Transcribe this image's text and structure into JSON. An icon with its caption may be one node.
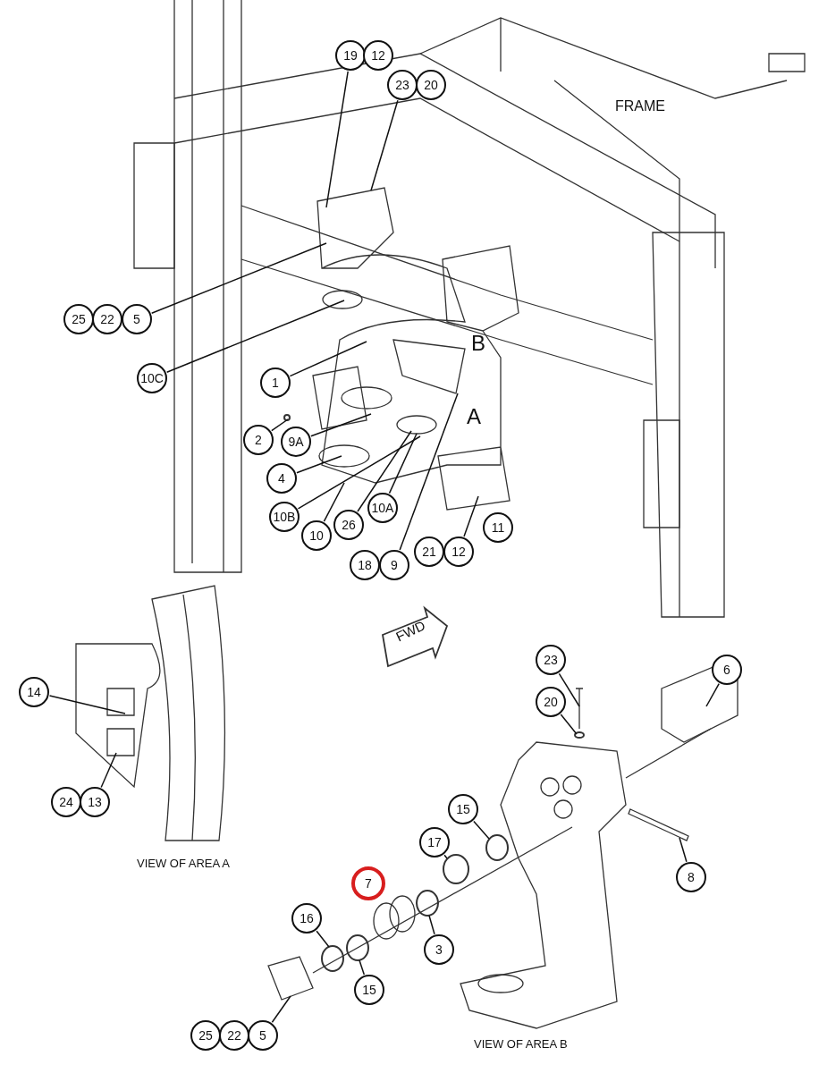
{
  "diagram": {
    "nodes": [
      {
        "text": [
          "19"
        ]
      },
      {
        "text": [
          "12"
        ]
      },
      {
        "text": [
          "23"
        ]
      },
      {
        "text": [
          "20"
        ]
      },
      {
        "text": [
          "25"
        ]
      },
      {
        "text": [
          "22"
        ]
      },
      {
        "text": [
          "5"
        ]
      },
      {
        "text": [
          "10C"
        ]
      },
      {
        "text": [
          "1"
        ]
      },
      {
        "text": [
          "2"
        ]
      },
      {
        "text": [
          "9A"
        ]
      },
      {
        "text": [
          "4"
        ]
      },
      {
        "text": [
          "10B"
        ]
      },
      {
        "text": [
          "10"
        ]
      },
      {
        "text": [
          "26"
        ]
      },
      {
        "text": [
          "10A"
        ]
      },
      {
        "text": [
          "18"
        ]
      },
      {
        "text": [
          "9"
        ]
      },
      {
        "text": [
          "21"
        ]
      },
      {
        "text": [
          "12"
        ]
      },
      {
        "text": [
          "11"
        ]
      },
      {
        "text": [
          "14"
        ]
      },
      {
        "text": [
          "24"
        ]
      },
      {
        "text": [
          "13"
        ]
      },
      {
        "text": [
          "23"
        ]
      },
      {
        "text": [
          "20"
        ]
      },
      {
        "text": [
          "6"
        ]
      },
      {
        "text": [
          "15"
        ]
      },
      {
        "text": [
          "17"
        ]
      },
      {
        "text": [
          "7"
        ]
      },
      {
        "text": [
          "16"
        ]
      },
      {
        "text": [
          "3"
        ]
      },
      {
        "text": [
          "15"
        ]
      },
      {
        "text": [
          "8"
        ]
      },
      {
        "text": [
          "25"
        ]
      },
      {
        "text": [
          "22"
        ]
      },
      {
        "text": [
          "5"
        ]
      },
      {
        "text": [],
        "shape": "picture"
      },
      {
        "text": [],
        "shape": "circle"
      },
      {
        "text": [],
        "shape": "picture"
      },
      {
        "text": [],
        "shape": "picture"
      },
      {
        "text": [],
        "shape": "circle"
      },
      {
        "text": [],
        "shape": "box"
      },
      {
        "text": [],
        "shape": "circle"
      },
      {
        "text": [],
        "shape": "circle"
      },
      {
        "text": [],
        "shape": "circle"
      },
      {
        "text": [],
        "shape": "circle"
      },
      {
        "text": [],
        "shape": "circle"
      },
      {
        "text": [],
        "shape": "picture"
      }
    ],
    "edges": [
      {
        "from": 0,
        "to": 37,
        "arrow": "none"
      },
      {
        "from": 2,
        "to": 37,
        "arrow": "none"
      },
      {
        "from": 6,
        "to": 37,
        "arrow": "none"
      },
      {
        "from": 7,
        "to": 37,
        "arrow": "none"
      },
      {
        "from": 8,
        "to": 37,
        "arrow": "none"
      },
      {
        "from": 9,
        "to": 38,
        "arrow": "none"
      },
      {
        "from": 10,
        "to": 37,
        "arrow": "none"
      },
      {
        "from": 11,
        "to": 37,
        "arrow": "none"
      },
      {
        "from": 12,
        "to": 37,
        "arrow": "none"
      },
      {
        "from": 13,
        "to": 37,
        "arrow": "none"
      },
      {
        "from": 14,
        "to": 37,
        "arrow": "none"
      },
      {
        "from": 15,
        "to": 37,
        "arrow": "none"
      },
      {
        "from": 17,
        "to": 37,
        "arrow": "none"
      },
      {
        "from": 19,
        "to": 37,
        "arrow": "none"
      },
      {
        "from": 21,
        "to": null,
        "arrow": "none"
      },
      {
        "from": 23,
        "to": null,
        "arrow": "none"
      },
      {
        "from": 24,
        "to": 39,
        "arrow": "none"
      },
      {
        "from": 25,
        "to": 41,
        "arrow": "none"
      },
      {
        "from": 26,
        "to": 40,
        "arrow": "none"
      },
      {
        "from": 27,
        "to": 43,
        "arrow": "none"
      },
      {
        "from": 28,
        "to": 44,
        "arrow": "none"
      },
      {
        "from": 30,
        "to": 47,
        "arrow": "none"
      },
      {
        "from": 31,
        "to": 45,
        "arrow": "none"
      },
      {
        "from": 32,
        "to": 46,
        "arrow": "none"
      },
      {
        "from": 33,
        "to": 42,
        "arrow": "none"
      },
      {
        "from": 36,
        "to": 48,
        "arrow": "none"
      }
    ],
    "labels": [
      "FRAME",
      "B",
      "A",
      "FWD",
      "VIEW OF AREA A",
      "VIEW OF AREA B"
    ]
  }
}
